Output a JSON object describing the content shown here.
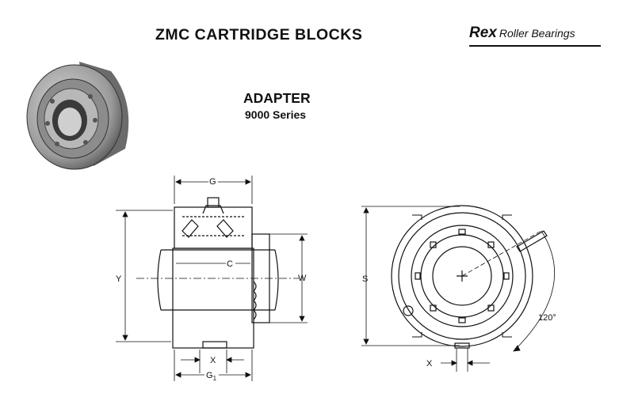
{
  "header": {
    "title": "ZMC CARTRIDGE BLOCKS",
    "brand_main": "Rex",
    "brand_rest": "Roller Bearings"
  },
  "section": {
    "name": "ADAPTER",
    "series": "9000 Series"
  },
  "dimension_labels": {
    "g": "G",
    "c": "C",
    "y": "Y",
    "w": "W",
    "x_side": "X",
    "g1": "G",
    "g1_sub": "1",
    "s": "S",
    "x_front": "X",
    "angle": "120°"
  },
  "icons": {
    "product_photo": "cartridge-block-photo-icon",
    "side_view": "side-view-drawing-icon",
    "front_view": "front-view-drawing-icon"
  }
}
